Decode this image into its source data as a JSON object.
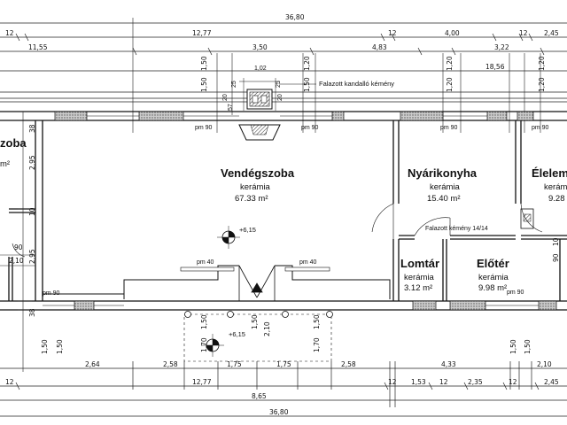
{
  "plan": {
    "rooms": {
      "vendegszoba": {
        "name": "Vendégszoba",
        "floor": "kerámia",
        "area": "67.33 m²"
      },
      "nyarikonyha": {
        "name": "Nyárikonyha",
        "floor": "kerámia",
        "area": "15.40 m²"
      },
      "elelem": {
        "name": "Élelem",
        "floor": "kerámia",
        "area": "9.28"
      },
      "lomtar": {
        "name": "Lomtár",
        "floor": "kerámia",
        "area": "3.12 m²"
      },
      "eloter": {
        "name": "Előtér",
        "floor": "kerámia",
        "area": "9.98 m²"
      },
      "left_room": {
        "name": "zoba",
        "area": "m²"
      }
    },
    "annotations": {
      "fireplace_chimney": "Falazott kandalló kémény",
      "kitchen_chimney": "Falazott kémény 14/14"
    },
    "levels": {
      "inner": "+6,15",
      "outer": "+6,15"
    },
    "windows": {
      "pm90": "pm 90",
      "pm40": "pm 40"
    },
    "top_dims": {
      "overall": "36,80",
      "row2": [
        "12",
        "12,77",
        "12",
        "4,00",
        "12",
        "2,45"
      ],
      "row3": [
        "11,55",
        "3,50",
        "4,83",
        "3,22"
      ],
      "row4": "18,56",
      "fireplace": [
        "1,02",
        "25",
        "25",
        "20",
        "20",
        "57"
      ]
    },
    "bottom_dims": {
      "row1": [
        "2,64",
        "2,58",
        "1,75",
        "1,75",
        "2,58",
        "4,33",
        "2,10"
      ],
      "row2": [
        "12",
        "12,77",
        "12",
        "1,53",
        "12",
        "2,35",
        "12",
        "2,45"
      ],
      "row3": "8,65",
      "overall": "36,80"
    },
    "vertical_dims": {
      "left": [
        "38",
        "2,95",
        "10",
        "2,95",
        "38",
        "1,50",
        "1,50"
      ],
      "inner_left": [
        "2,10",
        "90"
      ],
      "top_columns": [
        "1,50",
        "1,50",
        "1,20",
        "1,50",
        "1,20",
        "1,20",
        "1,20",
        "1,20"
      ],
      "terrace": [
        "1,50",
        "1,70",
        "1,50",
        "2,10",
        "1,50",
        "1,70"
      ],
      "right": [
        "90",
        "10",
        "1,50",
        "1,50"
      ]
    }
  }
}
